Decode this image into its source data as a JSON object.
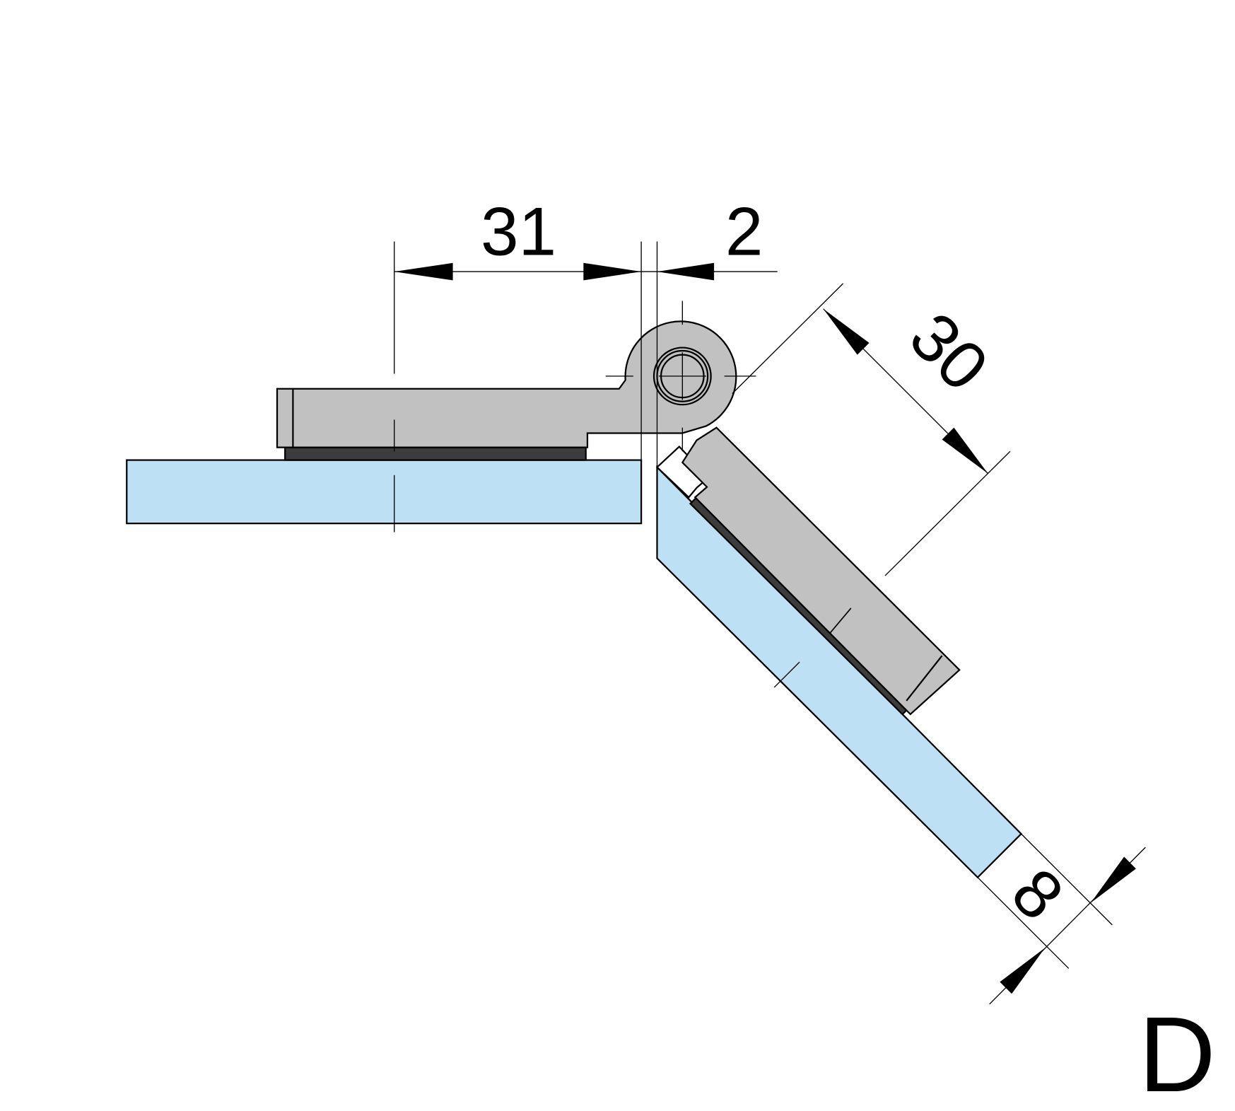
{
  "dimensions": {
    "plate_length": "31",
    "gap": "2",
    "arm_length": "30",
    "glass_thickness": "8"
  },
  "view_label": "D",
  "colors": {
    "glass": "#bde0f5",
    "metal": "#c1c1c1",
    "gasket": "#3c3c3c",
    "line": "#000000"
  }
}
